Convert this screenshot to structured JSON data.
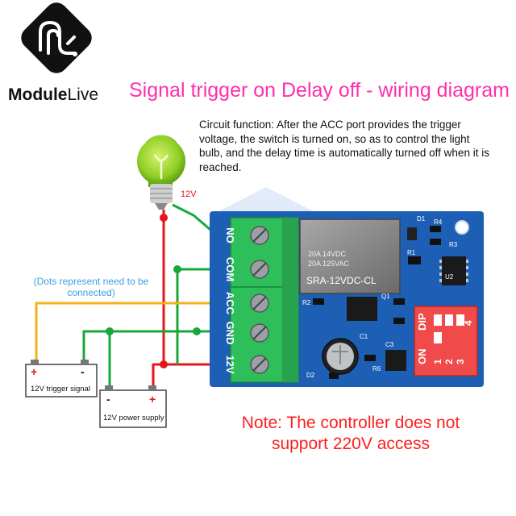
{
  "logo": {
    "brand_bold": "Module",
    "brand_light": "Live",
    "icon": "modulelive-logo-icon"
  },
  "title": "Signal trigger on Delay off - wiring diagram",
  "circuit_function": "Circuit function: After the ACC port provides the trigger voltage, the switch is turned on, so as to control the light bulb, and the delay time is automatically turned off when it is reached.",
  "bulb": {
    "voltage_label": "12V",
    "icon": "light-bulb-icon"
  },
  "dots_note": "(Dots represent need to be connected)",
  "batteries": {
    "trigger": {
      "label": "12V trigger signal",
      "plus": "+",
      "minus": "-"
    },
    "power": {
      "label": "12V power supply",
      "plus": "+",
      "minus": "-"
    }
  },
  "terminals": [
    "NO",
    "COM",
    "ACC",
    "GND",
    "12V"
  ],
  "relay": {
    "line1": "20A 14VDC",
    "line2": "20A 125VAC",
    "model": "SRA-12VDC-CL"
  },
  "dip": {
    "on": "ON",
    "dip": "DIP",
    "numbers": [
      "1",
      "2",
      "3",
      "4"
    ]
  },
  "components": {
    "d1": "D1",
    "r4": "R4",
    "r3": "R3",
    "r1": "R1",
    "u2": "U2",
    "r2": "R2",
    "q1": "Q1",
    "c3": "C3",
    "r6": "R6",
    "d2": "D2",
    "c1": "C1"
  },
  "note": "Note: The controller does not support 220V access",
  "colors": {
    "title": "#ff2fae",
    "note": "#ff1e1e",
    "wire_red": "#e8141b",
    "wire_green": "#18a83a",
    "wire_yellow": "#f2b21b",
    "pcb": "#1d5fb4",
    "terminal": "#2fbf5a"
  }
}
